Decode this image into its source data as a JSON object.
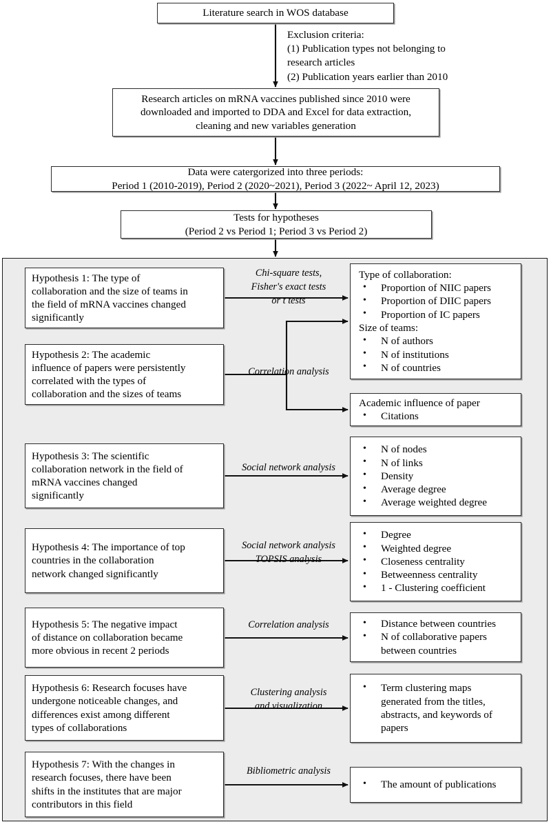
{
  "figure": {
    "type": "flowchart",
    "title_box": "Literature search in WOS database",
    "exclusion_note": "Exclusion criteria:\n(1) Publication types not belonging to\nresearch articles\n(2) Publication years earlier than 2010",
    "process_box": "Research articles on mRNA vaccines published since 2010 were\ndownloaded and imported to DDA and Excel for data extraction,\ncleaning and new variables generation",
    "periods_box": "Data were catergorized into three periods:\nPeriod 1 (2010-2019), Period 2 (2020~2021), Period 3 (2022~ April 12, 2023)",
    "tests_box": "Tests for hypotheses\n(Period 2 vs Period 1; Period 3 vs Period 2)"
  },
  "hypotheses": [
    {
      "id": "h1",
      "text": "Hypothesis 1: The type of\ncollaboration and the size of teams in\nthe field of mRNA vaccines changed\nsignificantly"
    },
    {
      "id": "h2",
      "text": "Hypothesis 2: The academic\ninfluence of papers were persistently\ncorrelated with the types of\ncollaboration and the sizes of teams"
    },
    {
      "id": "h3",
      "text": "Hypothesis 3: The scientific\ncollaboration network in the field of\nmRNA vaccines changed\nsignificantly"
    },
    {
      "id": "h4",
      "text": "Hypothesis 4: The importance of top\ncountries in the collaboration\nnetwork changed significantly"
    },
    {
      "id": "h5",
      "text": "Hypothesis 5: The negative impact\nof distance on collaboration became\nmore obvious in recent 2 periods"
    },
    {
      "id": "h6",
      "text": "Hypothesis 6: Research focuses have\nundergone noticeable changes, and\ndifferences exist among different\ntypes of collaborations"
    },
    {
      "id": "h7",
      "text": "Hypothesis 7: With the changes in\nresearch focuses, there have been\nshifts in the institutes that are major\ncontributors in this field"
    }
  ],
  "edge_labels": [
    {
      "id": "e1",
      "text": "Chi-square tests,\nFisher's exact tests\nor t tests"
    },
    {
      "id": "e2",
      "text": "Correlation analysis"
    },
    {
      "id": "e3",
      "text": "Social network analysis"
    },
    {
      "id": "e4",
      "text": "Social network analysis\nTOPSIS analysis"
    },
    {
      "id": "e5",
      "text": "Correlation analysis"
    },
    {
      "id": "e6",
      "text": "Clustering analysis\nand visualization"
    },
    {
      "id": "e7",
      "text": "Bibliometric analysis"
    }
  ],
  "outcomes": [
    {
      "id": "o1",
      "groups": [
        {
          "heading": "Type of collaboration:",
          "items": [
            "Proportion of NIIC papers",
            "Proportion of DIIC papers",
            "Proportion of IC papers"
          ]
        },
        {
          "heading": "Size of teams:",
          "items": [
            "N of authors",
            "N of institutions",
            "N of countries"
          ]
        }
      ]
    },
    {
      "id": "o2",
      "groups": [
        {
          "heading": "Academic influence of paper",
          "items": [
            "Citations"
          ]
        }
      ]
    },
    {
      "id": "o3",
      "groups": [
        {
          "heading": "",
          "items": [
            "N of nodes",
            "N of links",
            "Density",
            "Average degree",
            "Average weighted degree"
          ]
        }
      ]
    },
    {
      "id": "o4",
      "groups": [
        {
          "heading": "",
          "items": [
            "Degree",
            "Weighted degree",
            "Closeness centrality",
            "Betweenness centrality",
            "1 - Clustering coefficient"
          ]
        }
      ]
    },
    {
      "id": "o5",
      "groups": [
        {
          "heading": "",
          "items": [
            "Distance between countries",
            "N of collaborative papers\nbetween countries"
          ]
        }
      ]
    },
    {
      "id": "o6",
      "groups": [
        {
          "heading": "",
          "items": [
            "Term clustering maps\ngenerated from the titles,\nabstracts, and keywords of\npapers"
          ]
        }
      ]
    },
    {
      "id": "o7",
      "groups": [
        {
          "heading": "",
          "items": [
            "The amount of publications"
          ]
        }
      ]
    }
  ],
  "colors": {
    "panel_fill": "#ececec",
    "box_fill": "#ffffff",
    "stroke": "#2b2b2b",
    "shadow": "#9a9a9a",
    "text": "#000000"
  }
}
